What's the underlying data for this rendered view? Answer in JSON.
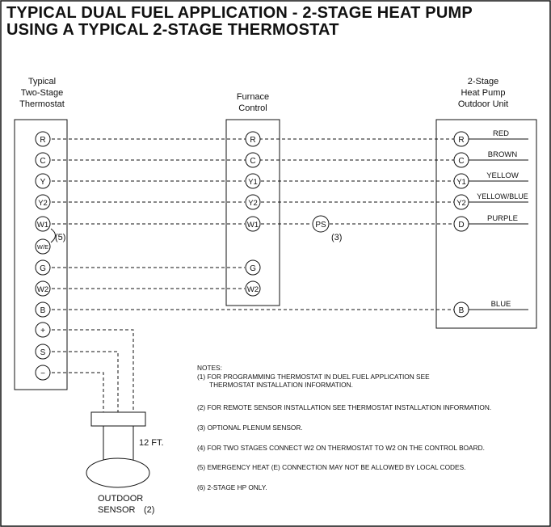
{
  "title": {
    "line1": "TYPICAL DUAL FUEL APPLICATION - 2-STAGE HEAT PUMP",
    "line2": "USING A TYPICAL 2-STAGE THERMOSTAT"
  },
  "thermostat": {
    "label": [
      "Typical",
      "Two-Stage",
      "Thermostat"
    ],
    "terminals": [
      "R",
      "C",
      "Y",
      "Y2",
      "W1",
      "W/E",
      "G",
      "W2",
      "B",
      "+",
      "S",
      "−"
    ],
    "note_ref": "(5)"
  },
  "furnace": {
    "label": [
      "Furnace",
      "Control"
    ],
    "terminals": [
      "R",
      "C",
      "Y1",
      "Y2",
      "W1",
      "G",
      "W2"
    ]
  },
  "heat_pump": {
    "label": [
      "2-Stage",
      "Heat Pump",
      "Outdoor Unit"
    ],
    "terminals": [
      "R",
      "C",
      "Y1",
      "Y2",
      "D",
      "B"
    ],
    "wire_colors": [
      "RED",
      "BROWN",
      "YELLOW",
      "YELLOW/BLUE",
      "PURPLE",
      "BLUE"
    ]
  },
  "plenum_sensor": {
    "label": "PS",
    "note_ref": "(3)"
  },
  "outdoor_sensor": {
    "label": [
      "OUTDOOR",
      "SENSOR"
    ],
    "note_ref": "(2)",
    "length": "12 FT."
  },
  "notes": {
    "heading": "NOTES:",
    "items": [
      "(1)  FOR PROGRAMMING THERMOSTAT IN DUEL FUEL APPLICATION SEE",
      "THERMOSTAT INSTALLATION INFORMATION.",
      "(2)  FOR REMOTE SENSOR INSTALLATION SEE THERMOSTAT INSTALLATION INFORMATION.",
      "(3)  OPTIONAL PLENUM SENSOR.",
      "(4)  FOR TWO STAGES CONNECT W2 ON THERMOSTAT TO W2 ON THE CONTROL BOARD.",
      "(5)  EMERGENCY HEAT (E) CONNECTION MAY NOT BE ALLOWED BY LOCAL CODES.",
      "(6)  2-STAGE HP ONLY."
    ]
  }
}
